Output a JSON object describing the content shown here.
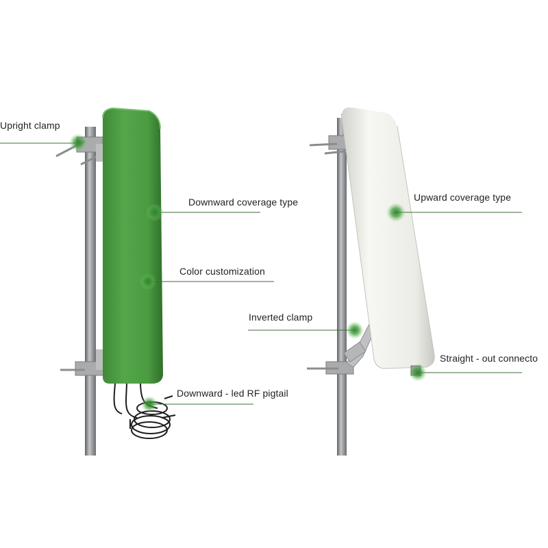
{
  "colors": {
    "green_housing": "#4a9a40",
    "white_housing": "#eeeeea",
    "pole": "#8d8f92",
    "marker": "#3f8f3a",
    "leader_line": "#3d6b3a"
  },
  "left_antenna": {
    "labels": {
      "upright_clamp": "Upright clamp",
      "downward_coverage": "Downward coverage type",
      "color_customization": "Color customization",
      "rf_pigtail": "Downward - led RF pigtail"
    }
  },
  "right_antenna": {
    "labels": {
      "upward_coverage": "Upward coverage type",
      "inverted_clamp": "Inverted clamp",
      "straight_connector": "Straight - out connecto"
    }
  }
}
